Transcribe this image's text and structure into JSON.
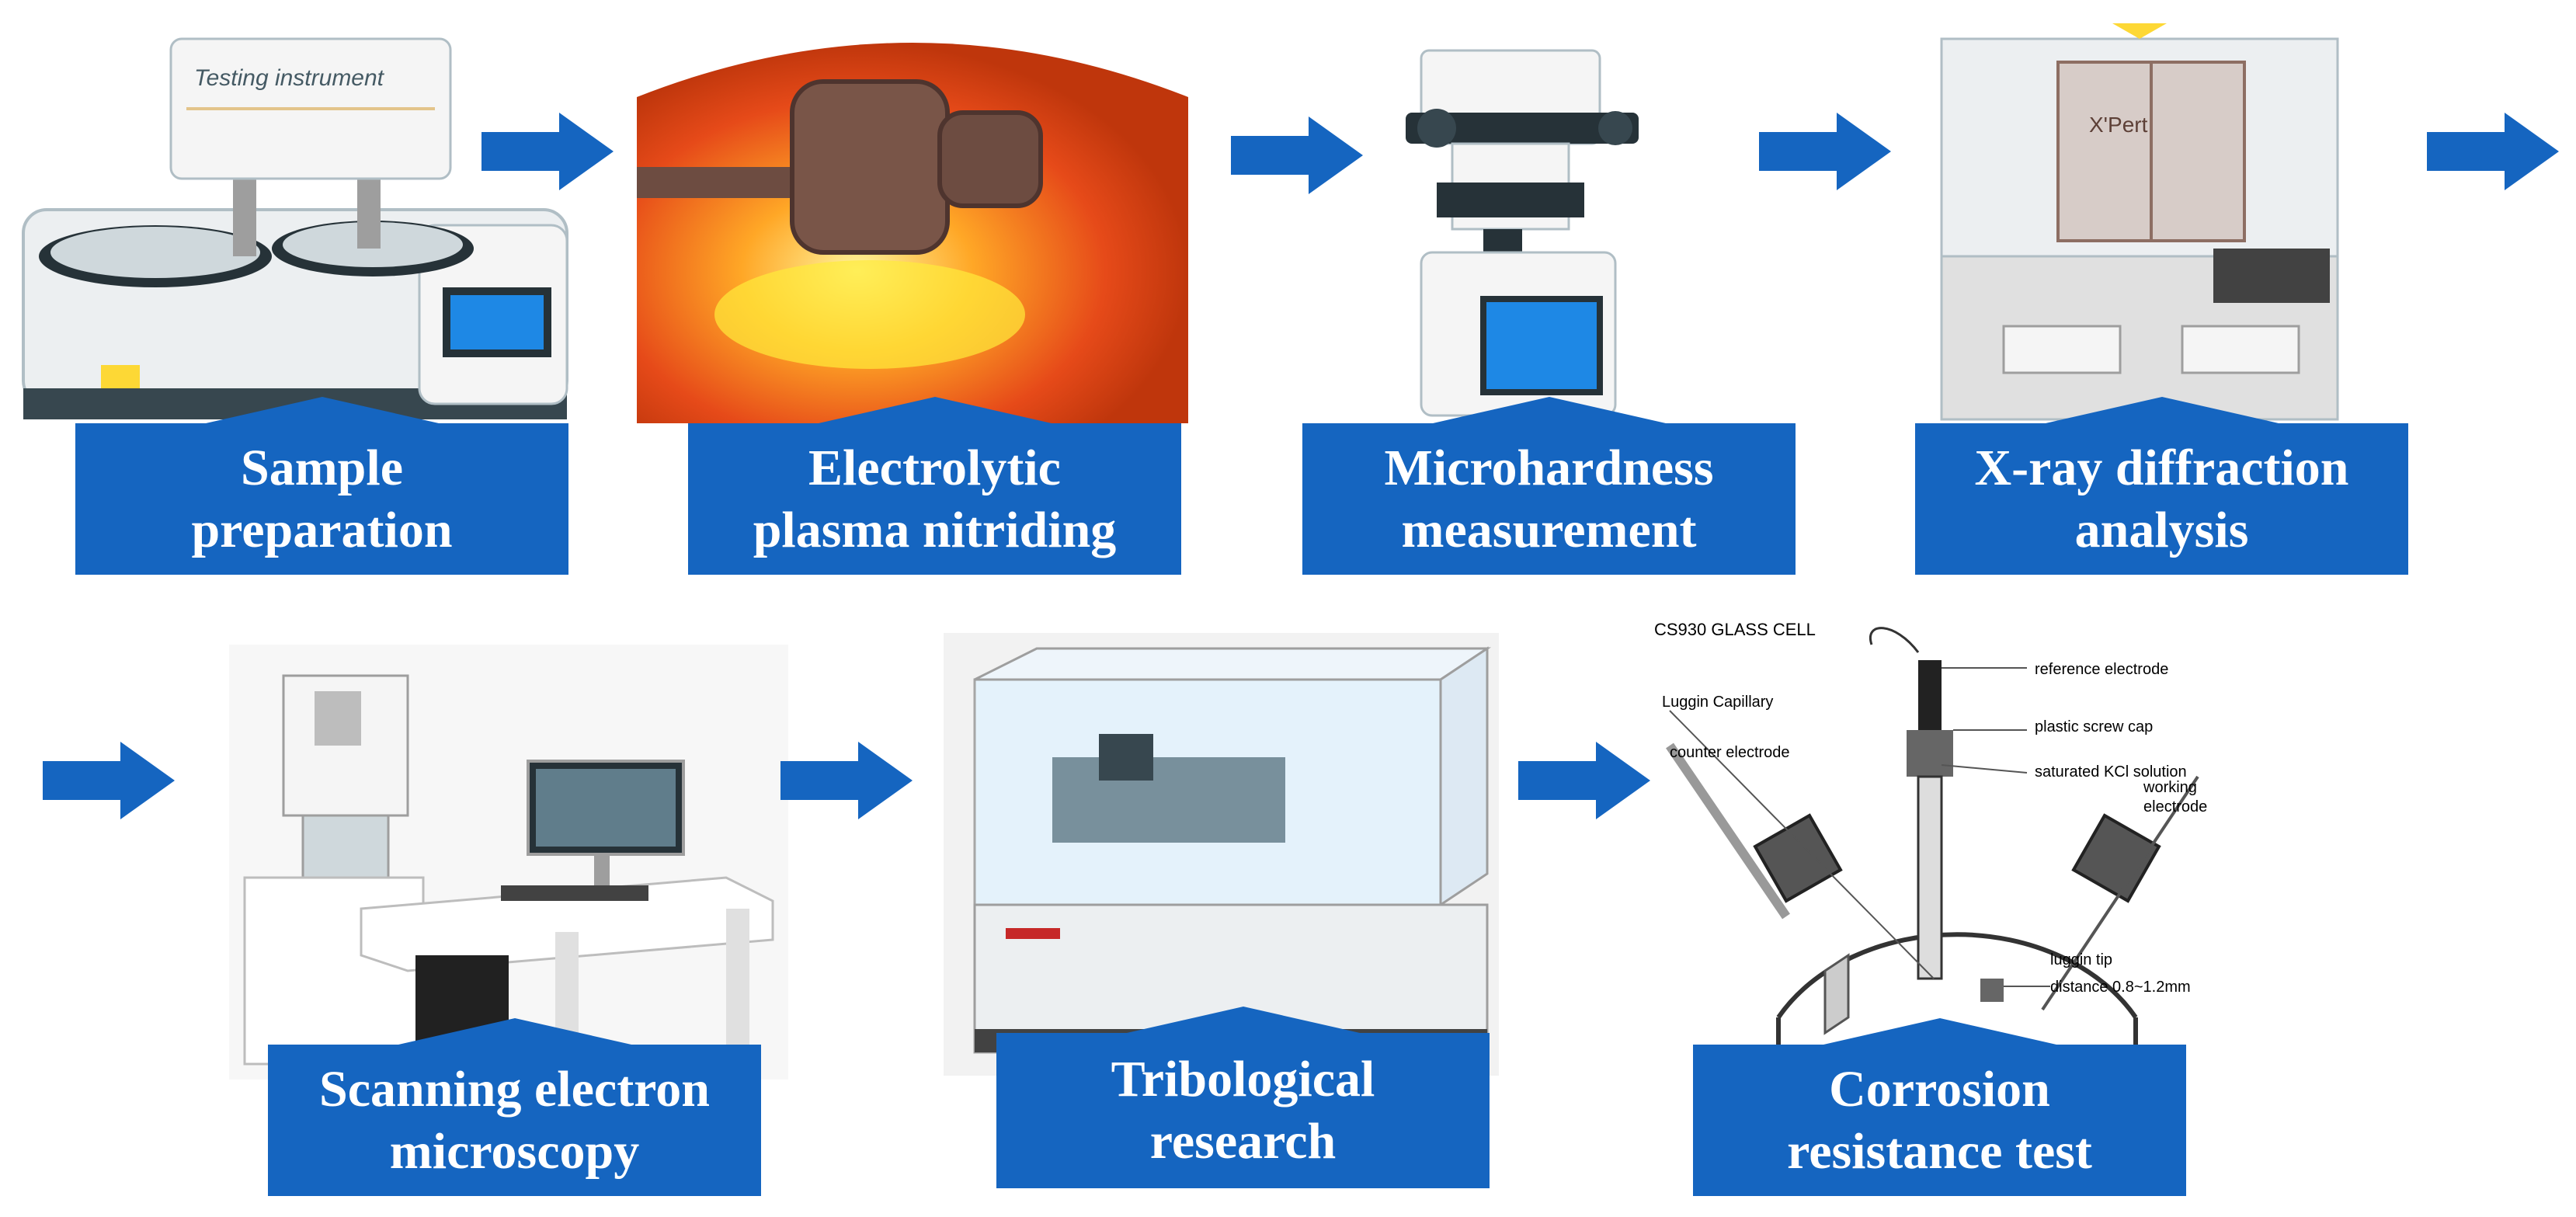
{
  "steps": [
    {
      "label_line1": "Sample",
      "label_line2": "preparation",
      "image": "polishing-machine"
    },
    {
      "label_line1": "Electrolytic",
      "label_line2": "plasma nitriding",
      "image": "plasma-nitriding-photo"
    },
    {
      "label_line1": "Microhardness",
      "label_line2": "measurement",
      "image": "microhardness-tester"
    },
    {
      "label_line1": "X-ray diffraction",
      "label_line2": "analysis",
      "image": "xrd-diffractometer"
    },
    {
      "label_line1": "Scanning electron",
      "label_line2": "microscopy",
      "image": "sem-workstation"
    },
    {
      "label_line1": "Tribological",
      "label_line2": "research",
      "image": "tribometer"
    },
    {
      "label_line1": "Corrosion",
      "label_line2": "resistance test",
      "image": "glass-cell-schematic"
    }
  ],
  "device_text": {
    "polisher_brand": "Testing instrument",
    "xrd_brand": "X'Pert"
  },
  "glass_cell": {
    "title": "CS930 GLASS CELL",
    "reference_electrode": "reference electrode",
    "plastic_screw_cap": "plastic screw cap",
    "saturated_kcl": "saturated KCl solution",
    "luggin_capillary": "Luggin Capillary",
    "counter_electrode": "counter electrode",
    "working_electrode_1": "working",
    "working_electrode_2": "electrode",
    "luggin_tip": "luggin tip",
    "distance": "distance 0.8~1.2mm"
  },
  "colors": {
    "accent": "#1565c0",
    "arrow": "#1565c0",
    "text_on_accent": "#ffffff"
  }
}
